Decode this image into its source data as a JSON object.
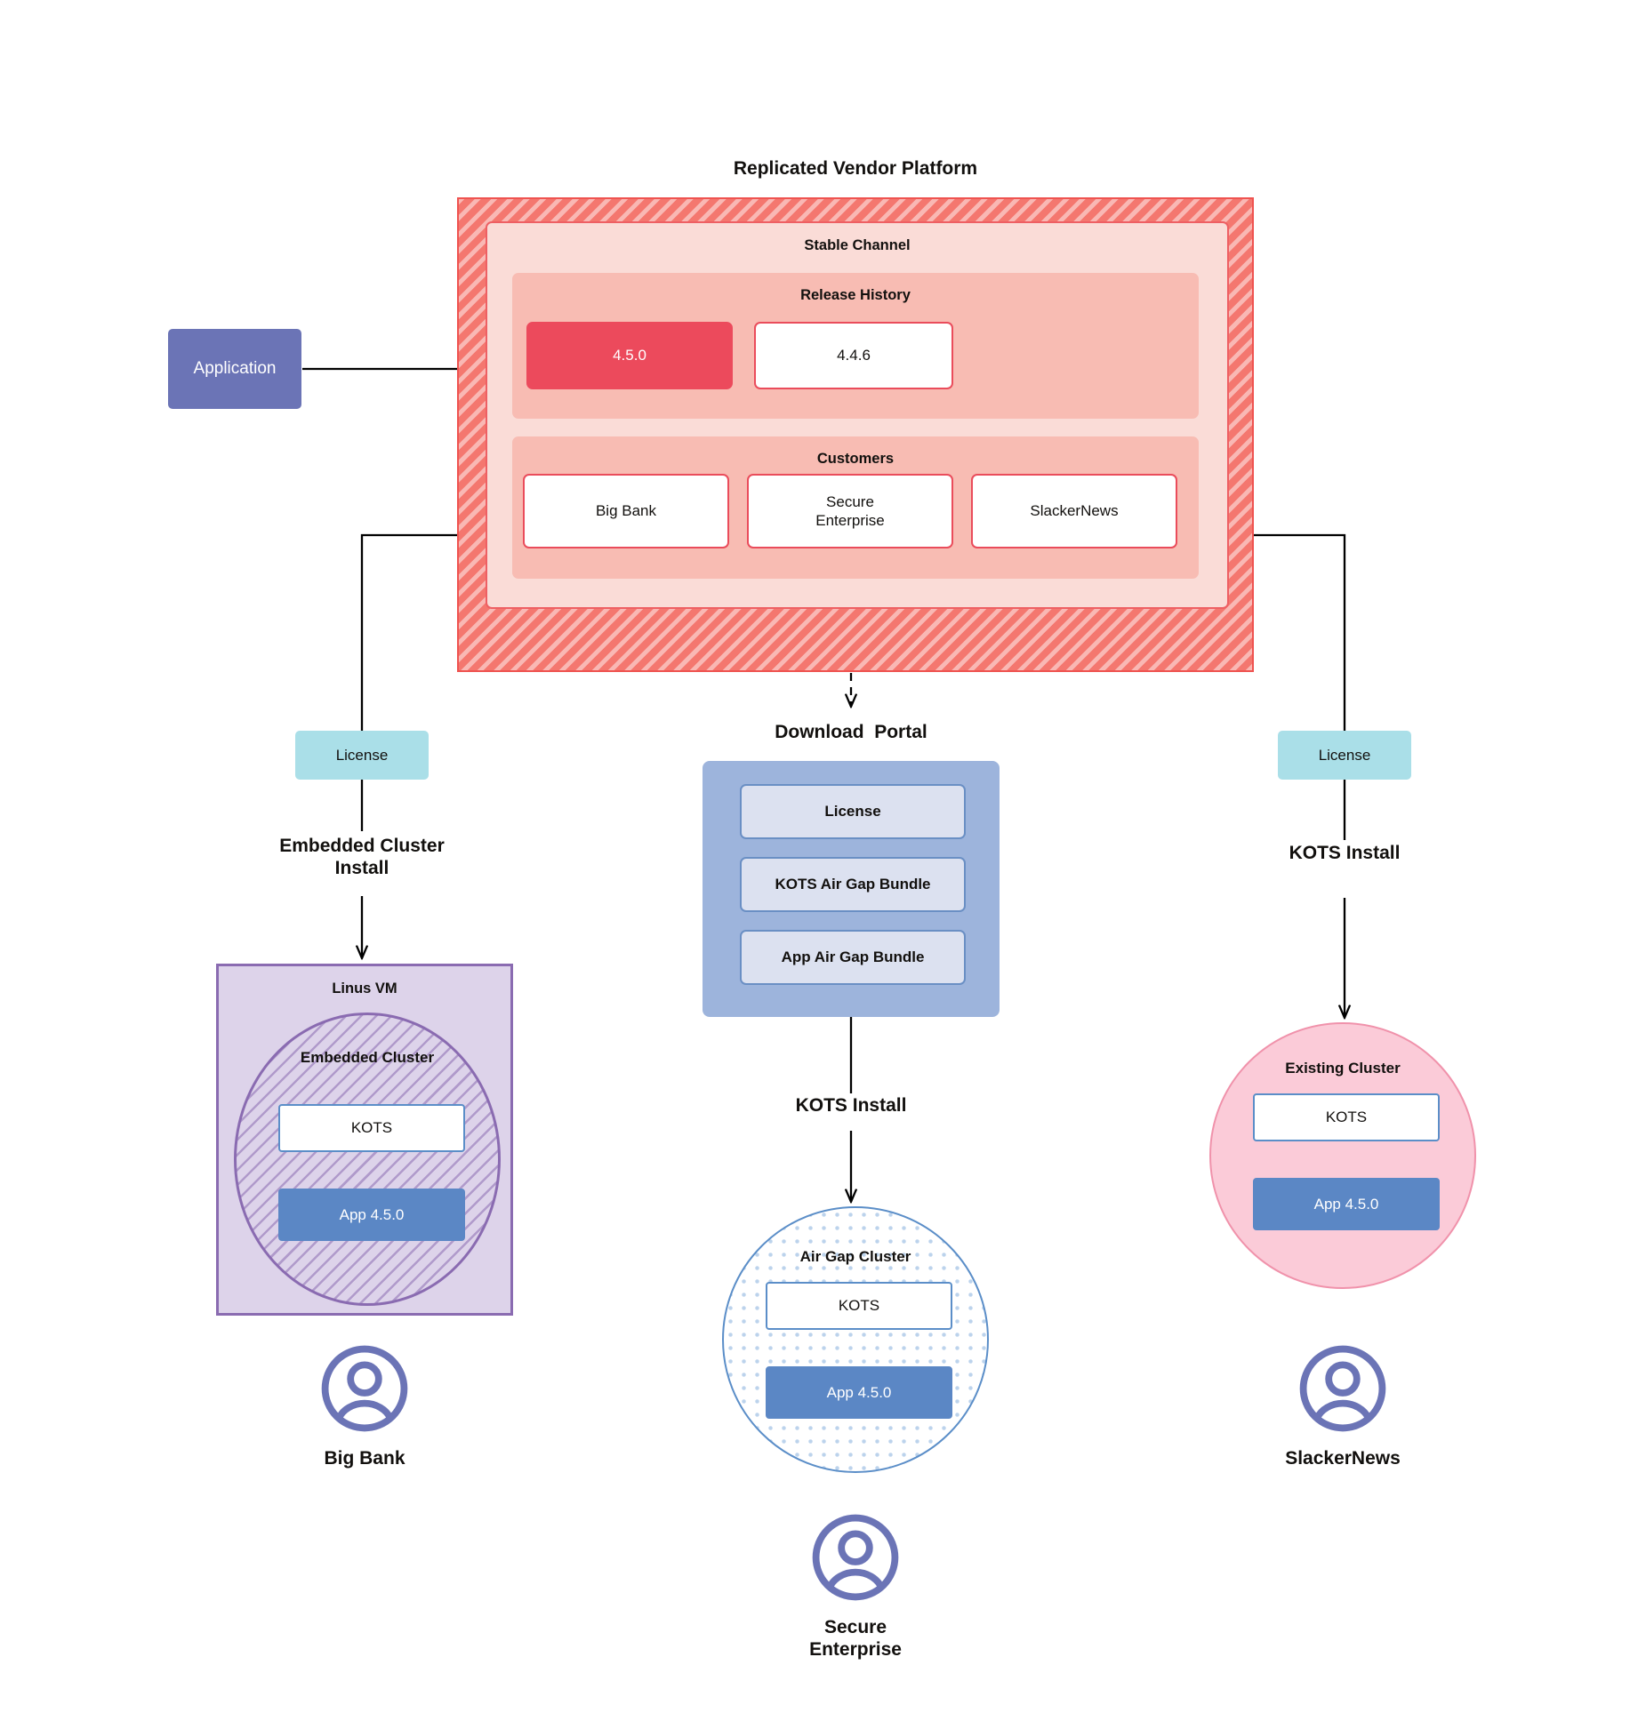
{
  "diagram": {
    "title": "Replicated Vendor Platform",
    "vendor_platform": {
      "label": "Replicated Vendor Platform",
      "stable_channel": {
        "label": "Stable Channel",
        "release_history": {
          "label": "Release History",
          "releases": [
            {
              "version": "4.5.0",
              "state": "current"
            },
            {
              "version": "4.4.6",
              "state": "previous"
            }
          ]
        },
        "customers": {
          "label": "Customers",
          "items": [
            {
              "name": "Big Bank"
            },
            {
              "name": "Secure\nEnterprise"
            },
            {
              "name": "SlackerNews"
            }
          ]
        }
      }
    },
    "application": {
      "label": "Application"
    },
    "licenses": [
      {
        "label": "License",
        "for": "big-bank"
      },
      {
        "label": "License",
        "for": "slackernews"
      }
    ],
    "download_portal": {
      "title": "Download  Portal",
      "items": [
        {
          "label": "License"
        },
        {
          "label": "KOTS Air Gap Bundle"
        },
        {
          "label": "App Air Gap Bundle"
        }
      ]
    },
    "edge_labels": {
      "embedded_cluster_install": "Embedded Cluster\nInstall",
      "kots_install_airgap": "KOTS Install",
      "kots_install_existing": "KOTS Install"
    },
    "left_branch": {
      "vm_label": "Linus VM",
      "cluster_label": "Embedded Cluster",
      "kots_label": "KOTS",
      "app_label": "App 4.5.0",
      "persona": "Big Bank"
    },
    "middle_branch": {
      "cluster_label": "Air Gap Cluster",
      "kots_label": "KOTS",
      "app_label": "App 4.5.0",
      "persona": "Secure\nEnterprise"
    },
    "right_branch": {
      "cluster_label": "Existing Cluster",
      "kots_label": "KOTS",
      "app_label": "App 4.5.0",
      "persona": "SlackerNews"
    },
    "colors": {
      "platform_hatch": "#f4776f",
      "platform_border": "#ef5350",
      "channel_bg": "#fadcd7",
      "section_bg": "#f8bcb3",
      "release_current": "#ec4a5c",
      "release_border": "#ea4c5b",
      "application": "#6b74b6",
      "license": "#aadfe8",
      "vm_bg": "#ddd3ea",
      "vm_border": "#8a6bb1",
      "portal_bg": "#9db4dc",
      "portal_item_bg": "#dce1f0",
      "portal_item_border": "#6a8fc4",
      "existing_cluster": "#fbcbd8",
      "existing_cluster_border": "#f092ab",
      "app_chip": "#5b87c5",
      "kots_border": "#5b8ec8",
      "persona": "#6b74b6"
    }
  }
}
